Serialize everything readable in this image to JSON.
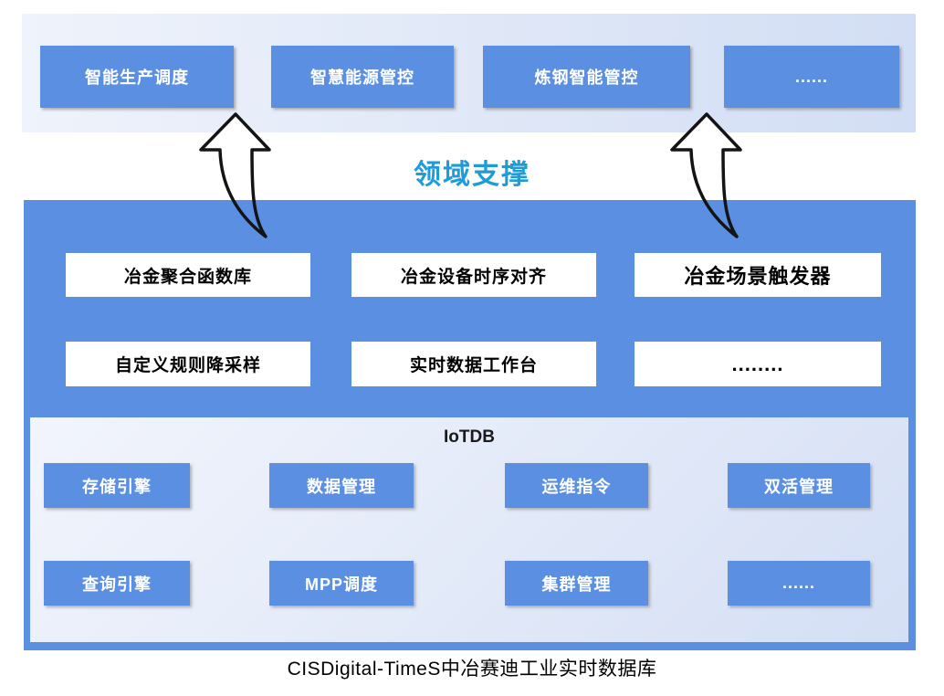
{
  "titles": {
    "support": "领域支撑",
    "caption": "CISDigital-TimeS中冶赛迪工业实时数据库"
  },
  "applications": [
    "智能生产调度",
    "智慧能源管控",
    "炼钢智能管控",
    "......"
  ],
  "domain_features": {
    "row1": [
      "冶金聚合函数库",
      "冶金设备时序对齐",
      "冶金场景触发器"
    ],
    "row2": [
      "自定义规则降采样",
      "实时数据工作台",
      "........"
    ]
  },
  "iotdb": {
    "label": "IoTDB",
    "row1": [
      "存储引擎",
      "数据管理",
      "运维指令",
      "双活管理"
    ],
    "row2": [
      "查询引擎",
      "MPP调度",
      "集群管理",
      "......"
    ]
  },
  "icons": {
    "arrow_left": "curved-up-arrow",
    "arrow_right": "curved-up-arrow"
  },
  "colors": {
    "accent_blue": "#5b8fe2",
    "title_blue": "#1f9cd7",
    "band_light": "#eff3fb",
    "band_dark": "#d2def4",
    "arrow_stroke": "#141414"
  }
}
